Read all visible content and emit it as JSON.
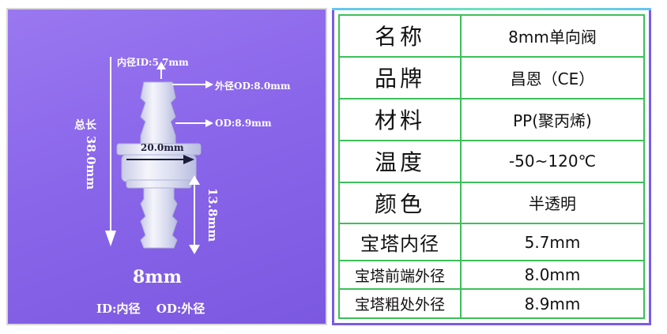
{
  "product_image": {
    "labels": {
      "inner_diameter": "内径ID:5.7mm",
      "outer_diameter_top": "外径OD:8.0mm",
      "od": "OD:8.9mm",
      "body_width": "20.0mm",
      "total_length_title": "总长",
      "total_length": "38.0mm",
      "lower_length": "13.8mm",
      "size": "8mm",
      "legend": "ID:内径　 OD:外径"
    },
    "colors": {
      "background": "#8a66ea",
      "valve_body": "#e3e6f4",
      "arrow": "#ffffff"
    }
  },
  "spec_table": {
    "rows": [
      {
        "key": "名称",
        "value": "8mm单向阀"
      },
      {
        "key": "品牌",
        "value": "昌恩（CE）"
      },
      {
        "key": "材料",
        "value": "PP(聚丙烯)"
      },
      {
        "key": "温度",
        "value": "-50~120℃"
      },
      {
        "key": "颜色",
        "value": "半透明"
      },
      {
        "key": "宝塔内径",
        "value": "5.7mm"
      },
      {
        "key": "宝塔前端外径",
        "value": "8.0mm"
      },
      {
        "key": "宝塔粗处外径",
        "value": "8.9mm"
      }
    ],
    "colors": {
      "grid": "#3dbf5a",
      "frame": "#7a5be8"
    }
  }
}
